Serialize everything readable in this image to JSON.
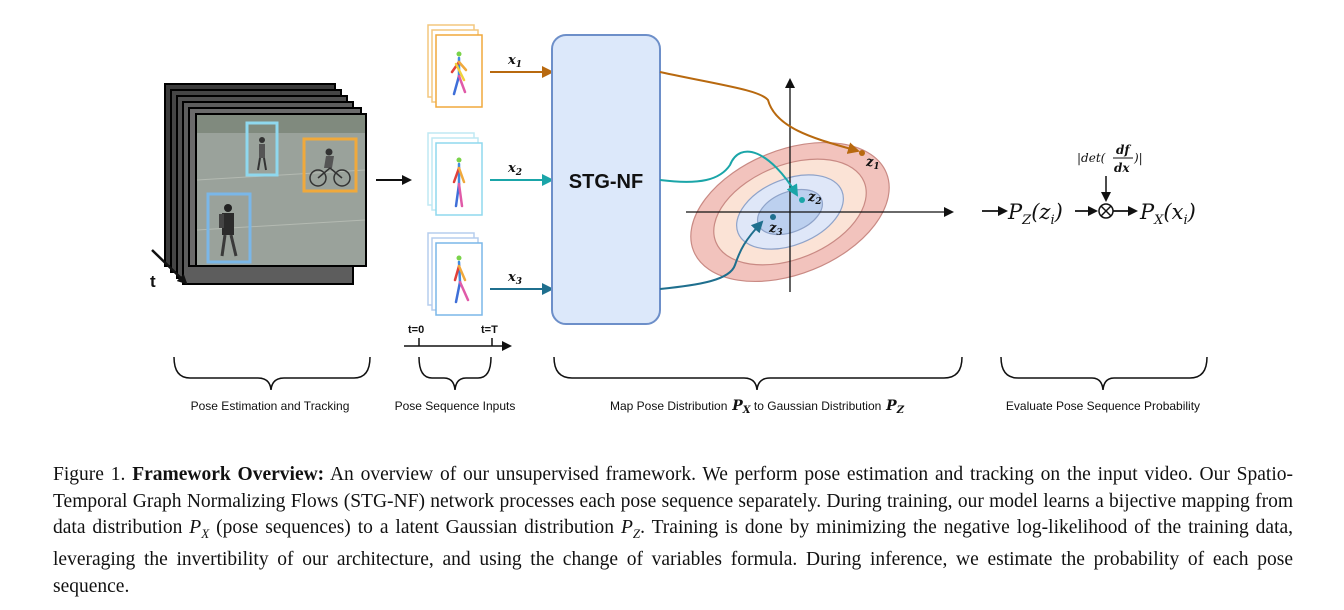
{
  "figure": {
    "stg_nf_label": "STG-NF",
    "time_label": "t",
    "inputs": [
      {
        "sym": "x",
        "sub": "1",
        "color": "#b8690f"
      },
      {
        "sym": "x",
        "sub": "2",
        "color": "#1aa5a8"
      },
      {
        "sym": "x",
        "sub": "3",
        "color": "#1f6f8e"
      }
    ],
    "latents": [
      {
        "sym": "z",
        "sub": "1"
      },
      {
        "sym": "z",
        "sub": "2"
      },
      {
        "sym": "z",
        "sub": "3"
      }
    ],
    "timeline": {
      "start": "t=0",
      "end": "t=T"
    },
    "det_label": "|det(df/dx)|",
    "pz_label": "P_Z(z_i)",
    "px_label": "P_X(x_i)",
    "section_labels": {
      "pose_estimation": "Pose Estimation and Tracking",
      "pose_inputs": "Pose Sequence Inputs",
      "map_prefix": "Map Pose Distribution",
      "map_px": "P_X",
      "map_middle": "to Gaussian Distribution",
      "map_pz": "P_Z",
      "evaluate": "Evaluate Pose Sequence Probability"
    }
  },
  "caption": {
    "label": "Figure 1.",
    "title": "Framework Overview:",
    "p1": "An overview of our unsupervised framework. We perform pose estimation and tracking on the input video. Our Spatio-Temporal Graph Normalizing Flows (STG-NF) network processes each pose sequence separately. During training, our model learns a bijective mapping from data distribution",
    "px": "P",
    "px_sub": "X",
    "p2": "(pose sequences) to a latent Gaussian distribution",
    "pz": "P",
    "pz_sub": "Z",
    "p3": ". Training is done by minimizing the negative log-likelihood of the training data, leveraging the invertibility of our architecture, and using the change of variables formula. During inference, we estimate the probability of each pose sequence."
  },
  "colors": {
    "frame_bg": "#9aa29b",
    "box_blue": "#7ab7e8",
    "box_cyan": "#8fd8ee",
    "box_orange": "#f0a93c",
    "stgnf_fill": "#dce8fa",
    "stgnf_stroke": "#6d8fc9",
    "ring_outer": "#f2c3bd",
    "ring_2": "#fbe3d6",
    "ring_3": "#dfe7f8",
    "ring_inner": "#bcd0ef"
  }
}
